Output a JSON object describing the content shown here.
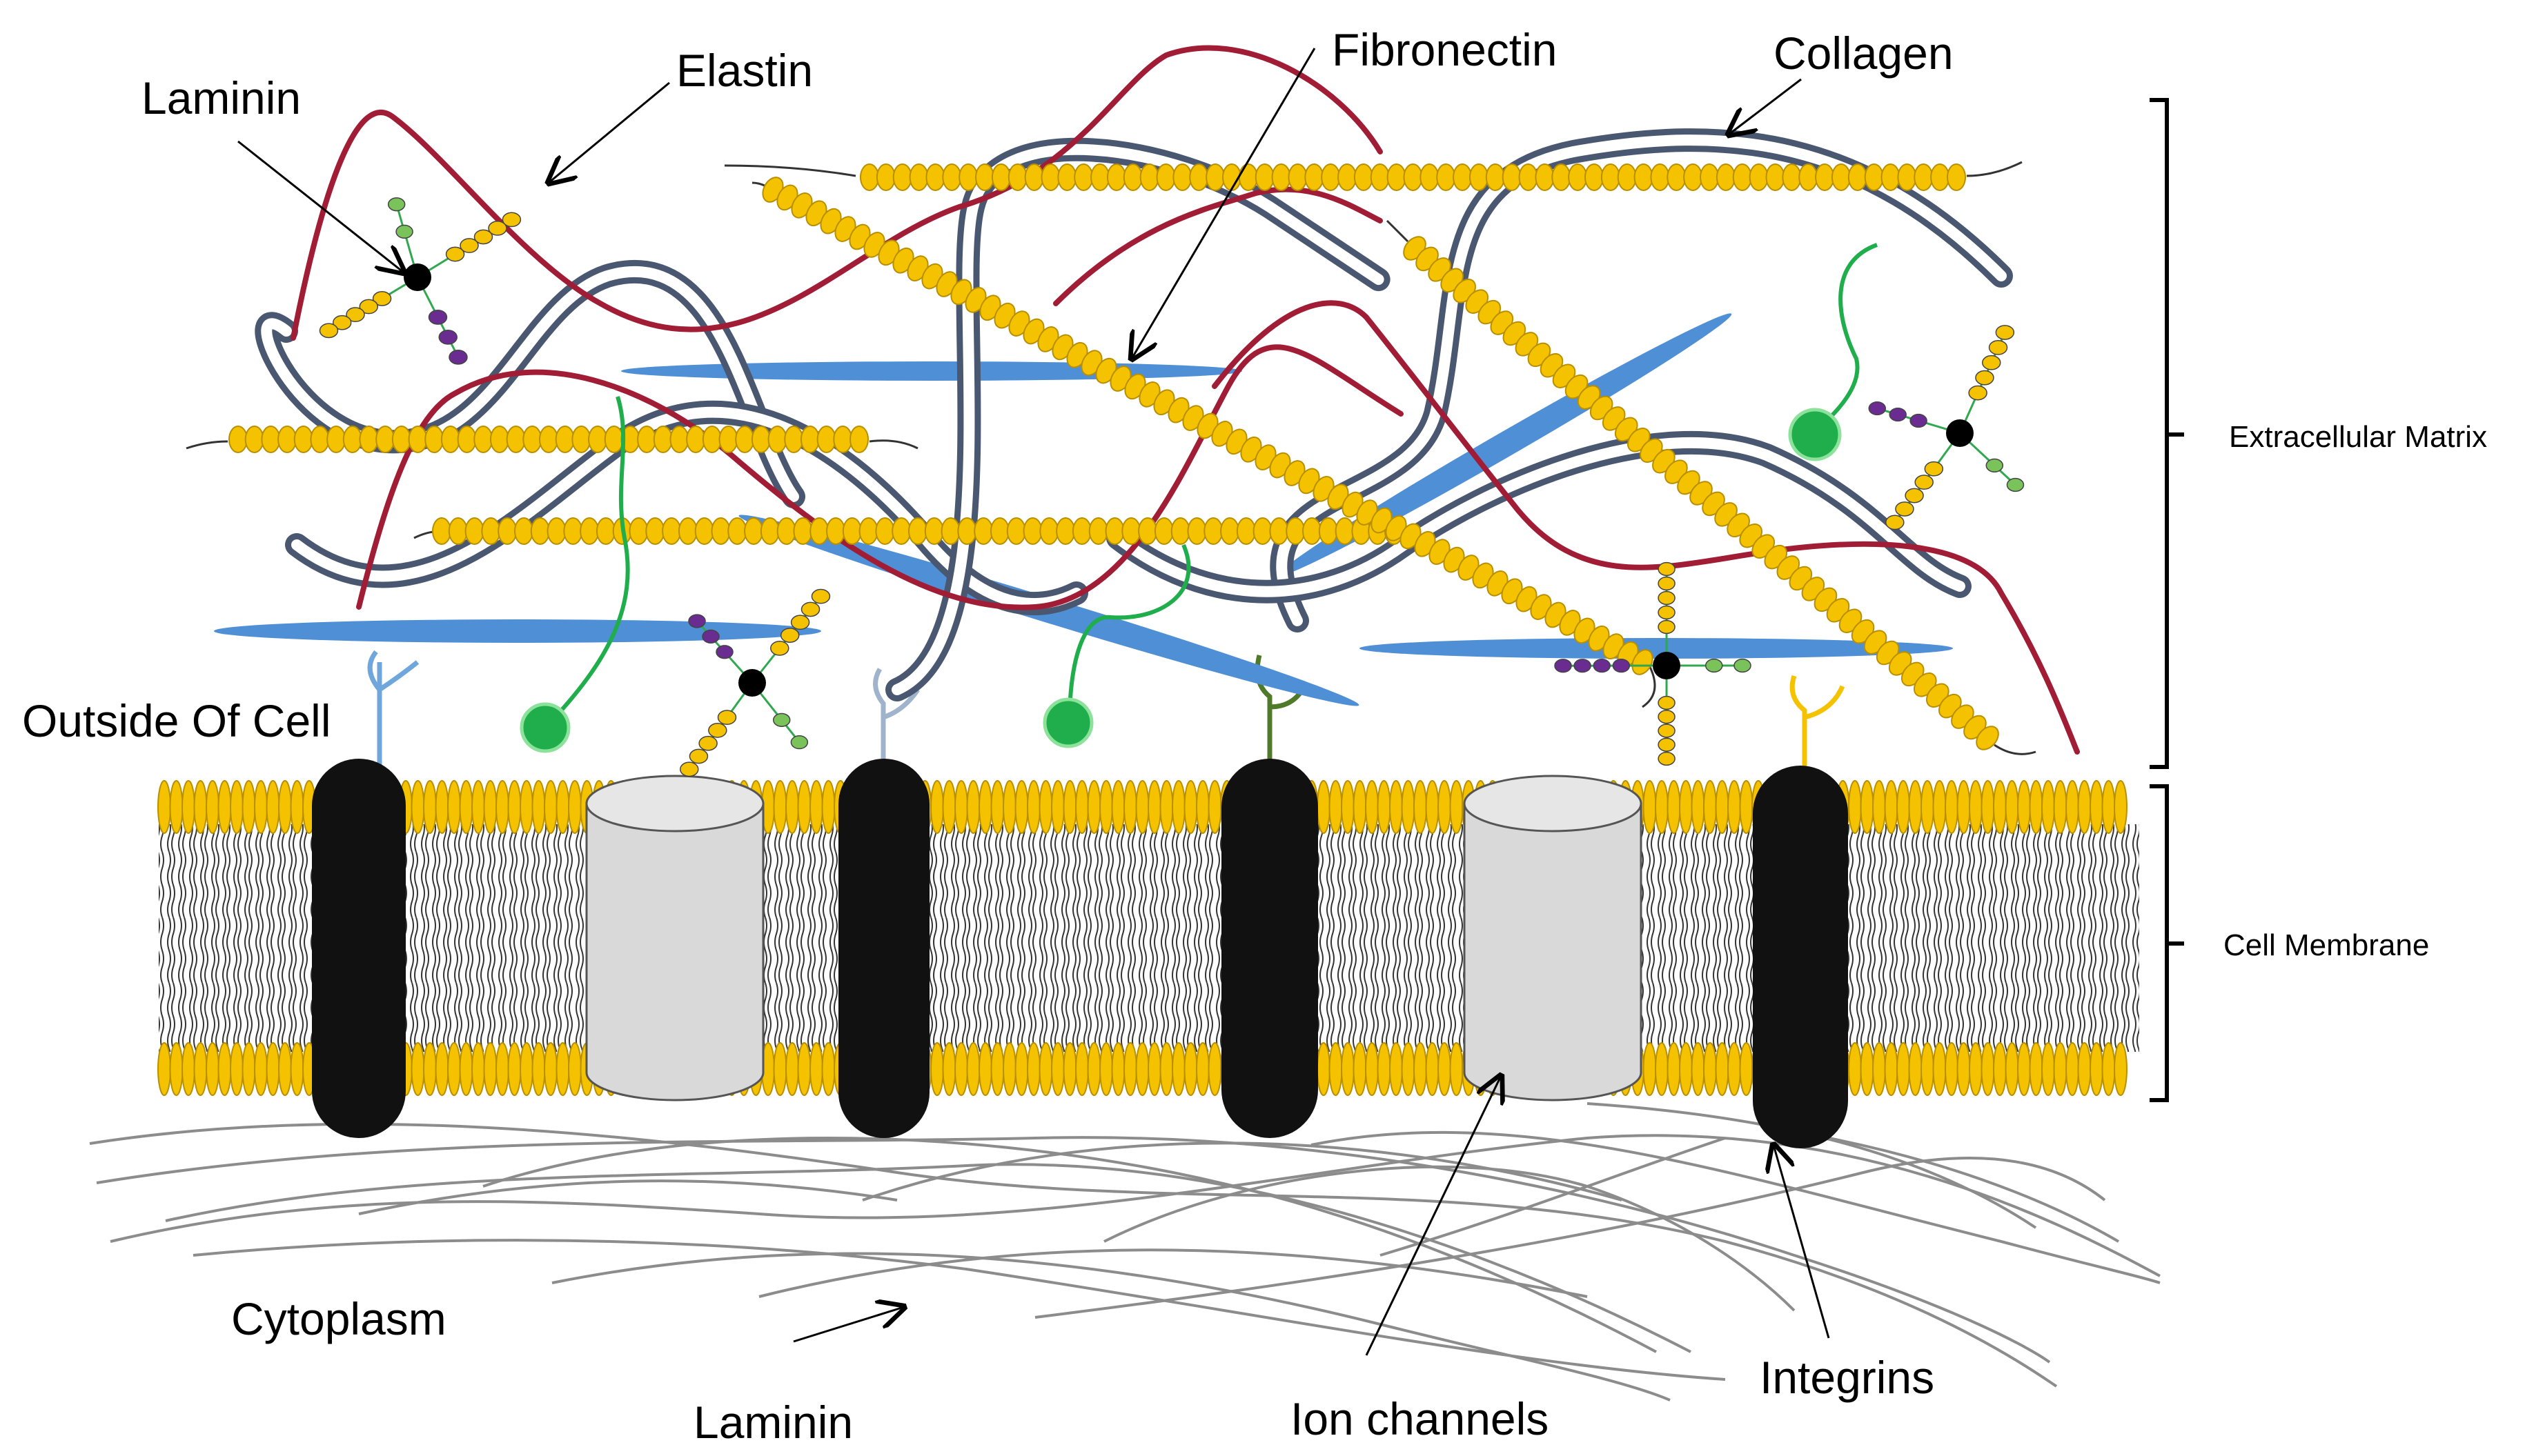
{
  "labels": {
    "laminin_top": "Laminin",
    "elastin": "Elastin",
    "fibronectin": "Fibronectin",
    "collagen": "Collagen",
    "extracellular_matrix": "Extracellular Matrix",
    "outside_of_cell": "Outside Of Cell",
    "cell_membrane": "Cell Membrane",
    "cytoplasm": "Cytoplasm",
    "laminin_bottom": "Laminin",
    "ion_channels": "Ion channels",
    "integrins": "Integrins"
  },
  "colors": {
    "elastin": "#a11d36",
    "collagen": "#4a5770",
    "fibronectin_bead": "#f5c200",
    "fibronectin_bead_edge": "#b88f00",
    "glycoprotein_blue": "#4f8fd6",
    "lipid_head": "#f5c200",
    "integrin": "#111111",
    "ion_channel": "#d9d9d9",
    "cytoskeleton": "#8c8c8c",
    "laminin_green": "#7ac25a",
    "laminin_purple": "#6a2c91",
    "proteoglycan_green": "#1fae4b"
  }
}
